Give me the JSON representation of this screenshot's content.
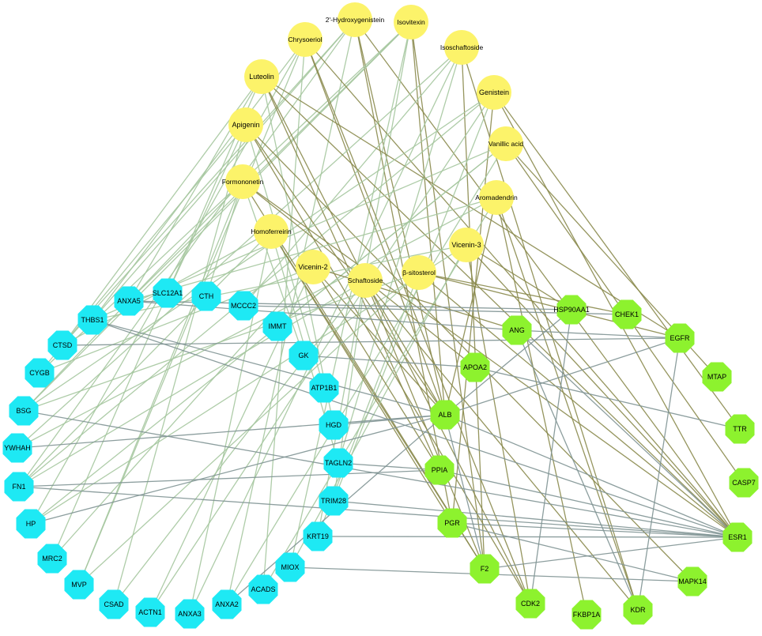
{
  "colors": {
    "compound": "#fcf36a",
    "target_cyan": "#1ee9f4",
    "target_green": "#8df22e",
    "edge_green": "#a5c69f",
    "edge_olive": "#8a8a4c",
    "edge_gray": "#7f9494"
  },
  "nodes": [
    {
      "id": "hydroxygenistein",
      "label": "2'-Hydroxygenistein",
      "group": "compound"
    },
    {
      "id": "isovitexin",
      "label": "Isovitexin",
      "group": "compound"
    },
    {
      "id": "chrysoeriol",
      "label": "Chrysoeriol",
      "group": "compound"
    },
    {
      "id": "isoschaftoside",
      "label": "Isoschaftoside",
      "group": "compound"
    },
    {
      "id": "luteolin",
      "label": "Luteolin",
      "group": "compound"
    },
    {
      "id": "genistein",
      "label": "Genistein",
      "group": "compound"
    },
    {
      "id": "apigenin",
      "label": "Apigenin",
      "group": "compound"
    },
    {
      "id": "vanillic",
      "label": "Vanillic acid",
      "group": "compound"
    },
    {
      "id": "formononetin",
      "label": "Formononetin",
      "group": "compound"
    },
    {
      "id": "aromadendrin",
      "label": "Aromadendrin",
      "group": "compound"
    },
    {
      "id": "homoferreirin",
      "label": "Homoferreirin",
      "group": "compound"
    },
    {
      "id": "vicenin3",
      "label": "Vicenin-3",
      "group": "compound"
    },
    {
      "id": "vicenin2",
      "label": "Vicenin-2",
      "group": "compound"
    },
    {
      "id": "sitosterol",
      "label": "β-sitosterol",
      "group": "compound"
    },
    {
      "id": "schaftoside",
      "label": "Schaftoside",
      "group": "compound"
    },
    {
      "id": "ANXA5",
      "label": "ANXA5",
      "group": "cyan"
    },
    {
      "id": "SLC12A1",
      "label": "SLC12A1",
      "group": "cyan"
    },
    {
      "id": "CTH",
      "label": "CTH",
      "group": "cyan"
    },
    {
      "id": "MCCC2",
      "label": "MCCC2",
      "group": "cyan"
    },
    {
      "id": "THBS1",
      "label": "THBS1",
      "group": "cyan"
    },
    {
      "id": "IMMT",
      "label": "IMMT",
      "group": "cyan"
    },
    {
      "id": "CTSD",
      "label": "CTSD",
      "group": "cyan"
    },
    {
      "id": "GK",
      "label": "GK",
      "group": "cyan"
    },
    {
      "id": "CYGB",
      "label": "CYGB",
      "group": "cyan"
    },
    {
      "id": "ATP1B1",
      "label": "ATP1B1",
      "group": "cyan"
    },
    {
      "id": "BSG",
      "label": "BSG",
      "group": "cyan"
    },
    {
      "id": "HGD",
      "label": "HGD",
      "group": "cyan"
    },
    {
      "id": "YWHAH",
      "label": "YWHAH",
      "group": "cyan"
    },
    {
      "id": "TAGLN2",
      "label": "TAGLN2",
      "group": "cyan"
    },
    {
      "id": "FN1",
      "label": "FN1",
      "group": "cyan"
    },
    {
      "id": "TRIM28",
      "label": "TRIM28",
      "group": "cyan"
    },
    {
      "id": "HP",
      "label": "HP",
      "group": "cyan"
    },
    {
      "id": "KRT19",
      "label": "KRT19",
      "group": "cyan"
    },
    {
      "id": "MRC2",
      "label": "MRC2",
      "group": "cyan"
    },
    {
      "id": "MIOX",
      "label": "MIOX",
      "group": "cyan"
    },
    {
      "id": "MVP",
      "label": "MVP",
      "group": "cyan"
    },
    {
      "id": "ACADS",
      "label": "ACADS",
      "group": "cyan"
    },
    {
      "id": "CSAD",
      "label": "CSAD",
      "group": "cyan"
    },
    {
      "id": "ANXA2",
      "label": "ANXA2",
      "group": "cyan"
    },
    {
      "id": "ACTN1",
      "label": "ACTN1",
      "group": "cyan"
    },
    {
      "id": "ANXA3",
      "label": "ANXA3",
      "group": "cyan"
    },
    {
      "id": "HSP90AA1",
      "label": "HSP90AA1",
      "group": "green"
    },
    {
      "id": "CHEK1",
      "label": "CHEK1",
      "group": "green"
    },
    {
      "id": "ANG",
      "label": "ANG",
      "group": "green"
    },
    {
      "id": "EGFR",
      "label": "EGFR",
      "group": "green"
    },
    {
      "id": "APOA2",
      "label": "APOA2",
      "group": "green"
    },
    {
      "id": "MTAP",
      "label": "MTAP",
      "group": "green"
    },
    {
      "id": "ALB",
      "label": "ALB",
      "group": "green"
    },
    {
      "id": "TTR",
      "label": "TTR",
      "group": "green"
    },
    {
      "id": "PPIA",
      "label": "PPIA",
      "group": "green"
    },
    {
      "id": "CASP7",
      "label": "CASP7",
      "group": "green"
    },
    {
      "id": "PGR",
      "label": "PGR",
      "group": "green"
    },
    {
      "id": "ESR1",
      "label": "ESR1",
      "group": "green"
    },
    {
      "id": "F2",
      "label": "F2",
      "group": "green"
    },
    {
      "id": "MAPK14",
      "label": "MAPK14",
      "group": "green"
    },
    {
      "id": "CDK2",
      "label": "CDK2",
      "group": "green"
    },
    {
      "id": "KDR",
      "label": "KDR",
      "group": "green"
    },
    {
      "id": "FKBP1A",
      "label": "FKBP1A",
      "group": "green"
    }
  ],
  "edges": [
    [
      "hydroxygenistein",
      "THBS1"
    ],
    [
      "hydroxygenistein",
      "CTSD"
    ],
    [
      "hydroxygenistein",
      "FN1"
    ],
    [
      "hydroxygenistein",
      "ALB"
    ],
    [
      "hydroxygenistein",
      "ESR1"
    ],
    [
      "hydroxygenistein",
      "PGR"
    ],
    [
      "hydroxygenistein",
      "ANXA2"
    ],
    [
      "isovitexin",
      "ANXA5"
    ],
    [
      "isovitexin",
      "CYGB"
    ],
    [
      "isovitexin",
      "BSG"
    ],
    [
      "isovitexin",
      "ALB"
    ],
    [
      "isovitexin",
      "F2"
    ],
    [
      "isovitexin",
      "MIOX"
    ],
    [
      "isovitexin",
      "KRT19"
    ],
    [
      "chrysoeriol",
      "THBS1"
    ],
    [
      "chrysoeriol",
      "HP"
    ],
    [
      "chrysoeriol",
      "MVP"
    ],
    [
      "chrysoeriol",
      "ESR1"
    ],
    [
      "chrysoeriol",
      "CDK2"
    ],
    [
      "chrysoeriol",
      "ALB"
    ],
    [
      "chrysoeriol",
      "ACADS"
    ],
    [
      "isoschaftoside",
      "MCCC2"
    ],
    [
      "isoschaftoside",
      "YWHAH"
    ],
    [
      "isoschaftoside",
      "F2"
    ],
    [
      "isoschaftoside",
      "KDR"
    ],
    [
      "isoschaftoside",
      "TAGLN2"
    ],
    [
      "isoschaftoside",
      "ANXA3"
    ],
    [
      "luteolin",
      "ANXA5"
    ],
    [
      "luteolin",
      "CTSD"
    ],
    [
      "luteolin",
      "MRC2"
    ],
    [
      "luteolin",
      "ESR1"
    ],
    [
      "luteolin",
      "EGFR"
    ],
    [
      "luteolin",
      "CDK2"
    ],
    [
      "luteolin",
      "PPIA"
    ],
    [
      "luteolin",
      "HGD"
    ],
    [
      "genistein",
      "BSG"
    ],
    [
      "genistein",
      "FN1"
    ],
    [
      "genistein",
      "ESR1"
    ],
    [
      "genistein",
      "TTR"
    ],
    [
      "genistein",
      "PGR"
    ],
    [
      "genistein",
      "ACTN1"
    ],
    [
      "genistein",
      "TRIM28"
    ],
    [
      "apigenin",
      "SLC12A1"
    ],
    [
      "apigenin",
      "CYGB"
    ],
    [
      "apigenin",
      "CSAD"
    ],
    [
      "apigenin",
      "ALB"
    ],
    [
      "apigenin",
      "CDK2"
    ],
    [
      "apigenin",
      "MAPK14"
    ],
    [
      "apigenin",
      "ATP1B1"
    ],
    [
      "vanillic",
      "THBS1"
    ],
    [
      "vanillic",
      "HP"
    ],
    [
      "vanillic",
      "MTAP"
    ],
    [
      "vanillic",
      "CASP7"
    ],
    [
      "vanillic",
      "ANXA2"
    ],
    [
      "vanillic",
      "IMMT"
    ],
    [
      "formononetin",
      "CTH"
    ],
    [
      "formononetin",
      "BSG"
    ],
    [
      "formononetin",
      "MVP"
    ],
    [
      "formononetin",
      "F2"
    ],
    [
      "formononetin",
      "ESR1"
    ],
    [
      "formononetin",
      "APOA2"
    ],
    [
      "formononetin",
      "GK"
    ],
    [
      "aromadendrin",
      "ANXA5"
    ],
    [
      "aromadendrin",
      "YWHAH"
    ],
    [
      "aromadendrin",
      "ALB"
    ],
    [
      "aromadendrin",
      "FKBP1A"
    ],
    [
      "aromadendrin",
      "KDR"
    ],
    [
      "aromadendrin",
      "ACADS"
    ],
    [
      "homoferreirin",
      "CTSD"
    ],
    [
      "homoferreirin",
      "FN1"
    ],
    [
      "homoferreirin",
      "PGR"
    ],
    [
      "homoferreirin",
      "F2"
    ],
    [
      "homoferreirin",
      "ANXA3"
    ],
    [
      "homoferreirin",
      "TAGLN2"
    ],
    [
      "vicenin3",
      "THBS1"
    ],
    [
      "vicenin3",
      "HP"
    ],
    [
      "vicenin3",
      "ESR1"
    ],
    [
      "vicenin3",
      "CDK2"
    ],
    [
      "vicenin3",
      "MIOX"
    ],
    [
      "vicenin3",
      "HSP90AA1"
    ],
    [
      "vicenin2",
      "CYGB"
    ],
    [
      "vicenin2",
      "MRC2"
    ],
    [
      "vicenin2",
      "ALB"
    ],
    [
      "vicenin2",
      "PPIA"
    ],
    [
      "vicenin2",
      "ANG"
    ],
    [
      "vicenin2",
      "ACTN1"
    ],
    [
      "sitosterol",
      "BSG"
    ],
    [
      "sitosterol",
      "MVP"
    ],
    [
      "sitosterol",
      "ESR1"
    ],
    [
      "sitosterol",
      "EGFR"
    ],
    [
      "sitosterol",
      "CHEK1"
    ],
    [
      "sitosterol",
      "KRT19"
    ],
    [
      "schaftoside",
      "FN1"
    ],
    [
      "schaftoside",
      "CSAD"
    ],
    [
      "schaftoside",
      "F2"
    ],
    [
      "schaftoside",
      "KDR"
    ],
    [
      "schaftoside",
      "ALB"
    ],
    [
      "schaftoside",
      "TRIM28"
    ],
    [
      "ANXA5",
      "ANG"
    ],
    [
      "ANXA5",
      "HSP90AA1"
    ],
    [
      "THBS1",
      "ALB"
    ],
    [
      "THBS1",
      "ESR1"
    ],
    [
      "CTSD",
      "EGFR"
    ],
    [
      "BSG",
      "ESR1"
    ],
    [
      "FN1",
      "ESR1"
    ],
    [
      "FN1",
      "PPIA"
    ],
    [
      "HP",
      "ALB"
    ],
    [
      "MCCC2",
      "CHEK1"
    ],
    [
      "GK",
      "APOA2"
    ],
    [
      "HGD",
      "ALB"
    ],
    [
      "TAGLN2",
      "PPIA"
    ],
    [
      "TRIM28",
      "ESR1"
    ],
    [
      "KRT19",
      "ESR1"
    ],
    [
      "MIOX",
      "MAPK14"
    ],
    [
      "ANXA2",
      "ALB"
    ],
    [
      "YWHAH",
      "ALB"
    ],
    [
      "ALB",
      "ESR1"
    ],
    [
      "ALB",
      "EGFR"
    ],
    [
      "ALB",
      "F2"
    ],
    [
      "ALB",
      "HSP90AA1"
    ],
    [
      "ANG",
      "ESR1"
    ],
    [
      "ANG",
      "KDR"
    ],
    [
      "PPIA",
      "ESR1"
    ],
    [
      "PGR",
      "ESR1"
    ],
    [
      "F2",
      "ESR1"
    ],
    [
      "EGFR",
      "KDR"
    ],
    [
      "HSP90AA1",
      "CDK2"
    ],
    [
      "APOA2",
      "TTR"
    ],
    [
      "ANG",
      "EGFR"
    ],
    [
      "PGR",
      "MAPK14"
    ]
  ]
}
